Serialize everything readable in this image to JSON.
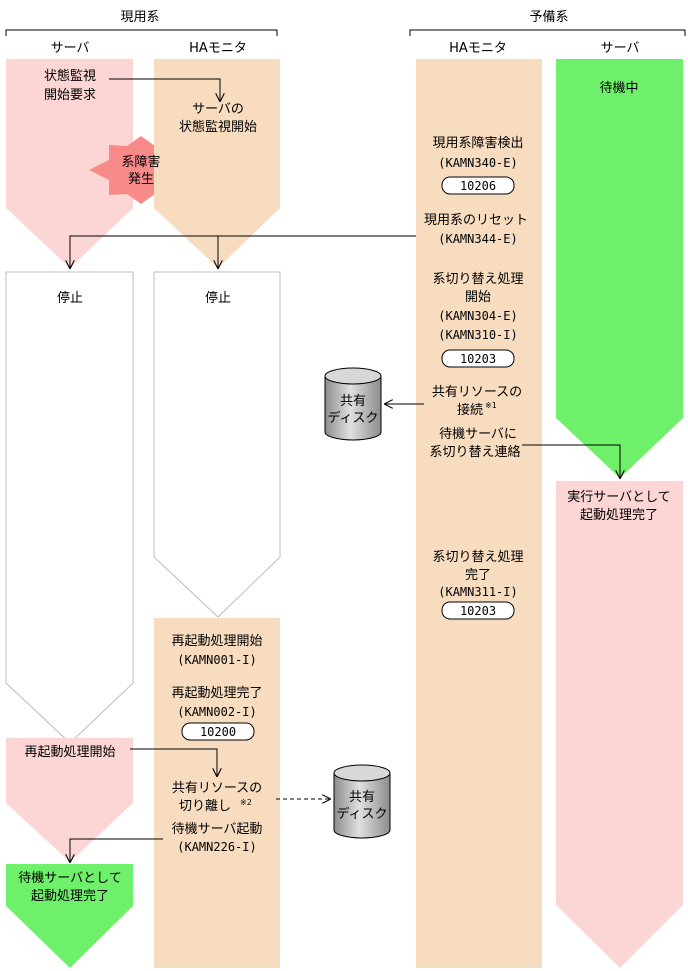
{
  "groups": {
    "active": "現用系",
    "standby": "予備系"
  },
  "columns": {
    "server_left": "サーバ",
    "ha_left": "HAモニタ",
    "ha_right": "HAモニタ",
    "server_right": "サーバ"
  },
  "left_server": {
    "request_line1": "状態監視",
    "request_line2": "開始要求",
    "failure_line1": "系障害",
    "failure_line2": "発生",
    "stop": "停止",
    "restart_start": "再起動処理開始",
    "final_line1": "待機サーバとして",
    "final_line2": "起動処理完了"
  },
  "left_ha": {
    "monitor_line1": "サーバの",
    "monitor_line2": "状態監視開始",
    "stop": "停止",
    "restart_start": "再起動処理開始",
    "restart_start_code": "(KAMN001-I)",
    "restart_done": "再起動処理完了",
    "restart_done_code": "(KAMN002-I)",
    "restart_done_badge": "10200",
    "detach_line1": "共有リソースの",
    "detach_line2": "切り離し",
    "detach_note": "※2",
    "standby_start": "待機サーバ起動",
    "standby_start_code": "(KAMN226-I)"
  },
  "right_ha": {
    "detect": "現用系障害検出",
    "detect_code": "(KAMN340-E)",
    "detect_badge": "10206",
    "reset": "現用系のリセット",
    "reset_code": "(KAMN344-E)",
    "switch_line1": "系切り替え処理",
    "switch_line2": "開始",
    "switch_code1": "(KAMN304-E)",
    "switch_code2": "(KAMN310-I)",
    "switch_badge": "10203",
    "connect_line1": "共有リソースの",
    "connect_line2": "接続",
    "connect_note": "※1",
    "notify_line1": "待機サーバに",
    "notify_line2": "系切り替え連絡",
    "done_line1": "系切り替え処理",
    "done_line2": "完了",
    "done_code": "(KAMN311-I)",
    "done_badge": "10203"
  },
  "right_server": {
    "waiting": "待機中",
    "exec_line1": "実行サーバとして",
    "exec_line2": "起動処理完了"
  },
  "disks": {
    "top_line1": "共有",
    "top_line2": "ディスク",
    "bottom_line1": "共有",
    "bottom_line2": "ディスク"
  },
  "colors": {
    "server_pink": "#fcd5d5",
    "ha_tan": "#f8dcc0",
    "standby_green": "#6ff06a",
    "starburst": "#f98a8a",
    "disk_grey": "#b8b8b8"
  }
}
